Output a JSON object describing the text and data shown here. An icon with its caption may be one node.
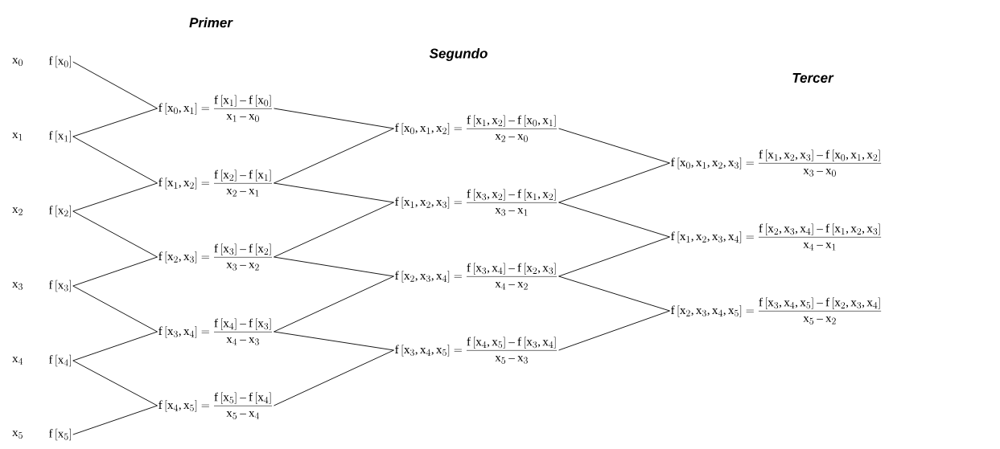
{
  "diagram": {
    "nodes": [
      {
        "text": [
          "f\\left[x_{0}\\right]"
        ]
      },
      {
        "text": [
          "f\\left[x_{1}\\right]"
        ]
      },
      {
        "text": [
          "f\\left[x_{2}\\right]"
        ]
      },
      {
        "text": [
          "f\\left[x_{3}\\right]"
        ]
      },
      {
        "text": [
          "f\\left[x_{4}\\right]"
        ]
      },
      {
        "text": [
          "f\\left[x_{5}\\right]"
        ]
      },
      {
        "text": [
          "f\\left[x_{0},x_{1}\\right]=\\frac{f\\left[x_{1}\\right]-f\\left[x_{0}\\right]}{x_{1}-x_{0}}"
        ]
      },
      {
        "text": [
          "f\\left[x_{1},x_{2}\\right]=\\frac{f\\left[x_{2}\\right]-f\\left[x_{1}\\right]}{x_{2}-x_{1}}"
        ]
      },
      {
        "text": [
          "f\\left[x_{2},x_{3}\\right]=\\frac{f\\left[x_{3}\\right]-f\\left[x_{2}\\right]}{x_{3}-x_{2}}"
        ]
      },
      {
        "text": [
          "f\\left[x_{3},x_{4}\\right]=\\frac{f\\left[x_{4}\\right]-f\\left[x_{3}\\right]}{x_{4}-x_{3}}"
        ]
      },
      {
        "text": [
          "f\\left[x_{4},x_{5}\\right]=\\frac{f\\left[x_{5}\\right]-f\\left[x_{4}\\right]}{x_{5}-x_{4}}"
        ]
      },
      {
        "text": [
          "f\\left[x_{0},x_{1},x_{2}\\right]=\\frac{f\\left[x_{1},x_{2}\\right]-f\\left[x_{0},x_{1}\\right]}{x_{2}-x_{0}}"
        ]
      },
      {
        "text": [
          "f\\left[x_{1},x_{2},x_{3}\\right]=\\frac{f\\left[x_{3},x_{2}\\right]-f\\left[x_{1},x_{2}\\right]}{x_{3}-x_{1}}"
        ]
      },
      {
        "text": [
          "f\\left[x_{2},x_{3},x_{4}\\right]=\\frac{f\\left[x_{3},x_{4}\\right]-f\\left[x_{2},x_{3}\\right]}{x_{4}-x_{2}}"
        ]
      },
      {
        "text": [
          "f\\left[x_{3},x_{4},x_{5}\\right]=\\frac{f\\left[x_{4},x_{5}\\right]-f\\left[x_{3},x_{4}\\right]}{x_{5}-x_{3}}"
        ]
      },
      {
        "text": [
          "f\\left[x_{0},x_{1},x_{2},x_{3}\\right]=\\frac{f\\left[x_{1},x_{2},x_{3}\\right]-f\\left[x_{0},x_{1},x_{2}\\right]}{x_{3}-x_{0}}"
        ]
      },
      {
        "text": [
          "f\\left[x_{1},x_{2},x_{3},x_{4}\\right]=\\frac{f\\left[x_{2},x_{3},x_{4}\\right]-f\\left[x_{1},x_{2},x_{3}\\right]}{x_{4}-x_{1}}"
        ]
      },
      {
        "text": [
          "f\\left[x_{2},x_{3},x_{4},x_{5}\\right]=\\frac{f\\left[x_{3},x_{4},x_{5}\\right]-f\\left[x_{2},x_{3},x_{4}\\right]}{x_{5}-x_{2}}"
        ]
      }
    ],
    "edges": [
      {
        "from": 0,
        "to": 6,
        "arrow": "none"
      },
      {
        "from": 1,
        "to": 6,
        "arrow": "none"
      },
      {
        "from": 1,
        "to": 7,
        "arrow": "none"
      },
      {
        "from": 2,
        "to": 7,
        "arrow": "none"
      },
      {
        "from": 2,
        "to": 8,
        "arrow": "none"
      },
      {
        "from": 3,
        "to": 8,
        "arrow": "none"
      },
      {
        "from": 3,
        "to": 9,
        "arrow": "none"
      },
      {
        "from": 4,
        "to": 9,
        "arrow": "none"
      },
      {
        "from": 4,
        "to": 10,
        "arrow": "none"
      },
      {
        "from": 5,
        "to": 10,
        "arrow": "none"
      },
      {
        "from": 6,
        "to": 11,
        "arrow": "none"
      },
      {
        "from": 7,
        "to": 11,
        "arrow": "none"
      },
      {
        "from": 7,
        "to": 12,
        "arrow": "none"
      },
      {
        "from": 8,
        "to": 12,
        "arrow": "none"
      },
      {
        "from": 8,
        "to": 13,
        "arrow": "none"
      },
      {
        "from": 9,
        "to": 13,
        "arrow": "none"
      },
      {
        "from": 9,
        "to": 14,
        "arrow": "none"
      },
      {
        "from": 10,
        "to": 14,
        "arrow": "none"
      },
      {
        "from": 11,
        "to": 15,
        "arrow": "none"
      },
      {
        "from": 12,
        "to": 15,
        "arrow": "none"
      },
      {
        "from": 12,
        "to": 16,
        "arrow": "none"
      },
      {
        "from": 13,
        "to": 16,
        "arrow": "none"
      },
      {
        "from": 13,
        "to": 17,
        "arrow": "none"
      },
      {
        "from": 14,
        "to": 17,
        "arrow": "none"
      }
    ],
    "labels": [
      "Primer",
      "Segundo",
      "Tercer",
      "x_{0}",
      "x_{1}",
      "x_{2}",
      "x_{3}",
      "x_{4}",
      "x_{5}"
    ]
  }
}
